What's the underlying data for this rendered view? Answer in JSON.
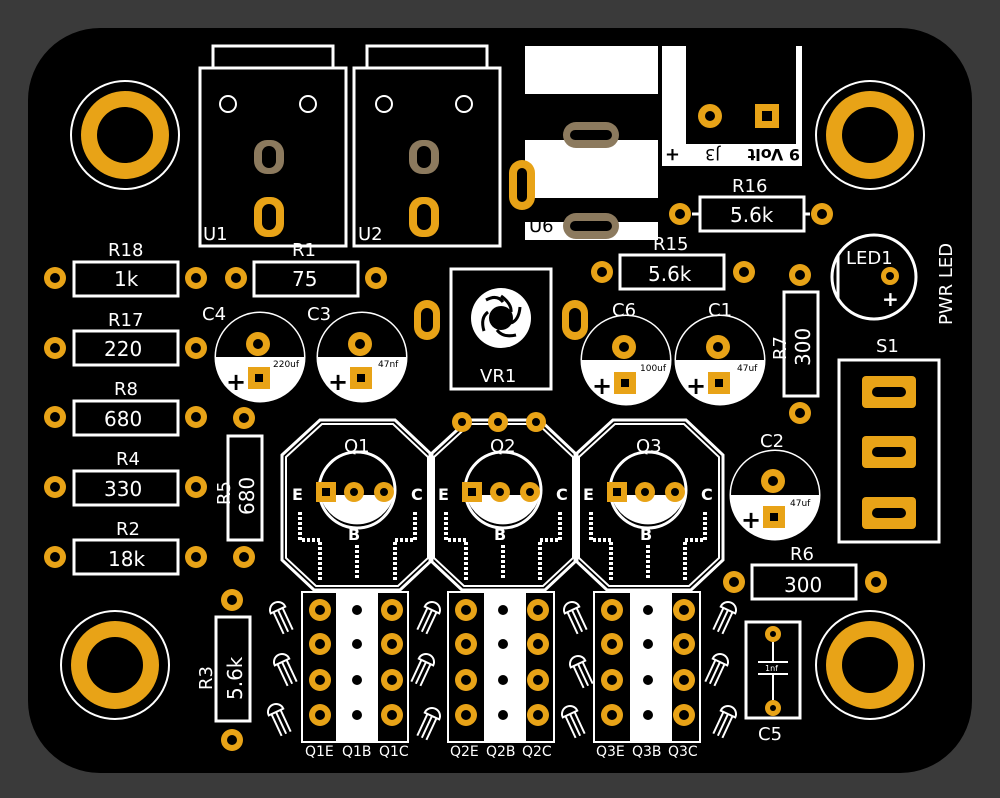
{
  "colors": {
    "background": "#3a3a3a",
    "board": "#000000",
    "silk": "#ffffff",
    "copper": "#e8a317",
    "pad_dark": "#8c7a5e"
  },
  "refs": {
    "R18": "R18",
    "R17": "R17",
    "R8": "R8",
    "R4": "R4",
    "R2": "R2",
    "R1": "R1",
    "R16": "R16",
    "R15": "R15",
    "R7": "R7",
    "R5": "R5",
    "R3": "R3",
    "R6": "R6",
    "C1": "C1",
    "C2": "C2",
    "C3": "C3",
    "C4": "C4",
    "C5": "C5",
    "C6": "C6",
    "U1": "U1",
    "U2": "U2",
    "U6": "U6",
    "VR1": "VR1",
    "Q1": "Q1",
    "Q2": "Q2",
    "Q3": "Q3",
    "S1": "S1",
    "LED1": "LED1"
  },
  "values": {
    "R18": "1k",
    "R17": "220",
    "R8": "680",
    "R4": "330",
    "R2": "18k",
    "R1": "75",
    "R16": "5.6k",
    "R15": "5.6k",
    "R7": "300",
    "R5": "680",
    "R3": "5.6k",
    "R6": "300",
    "C1": "47uf",
    "C2": "47uf",
    "C3": "47nf",
    "C4": "220uf",
    "C5": "1nf",
    "C6": "100uf"
  },
  "labels": {
    "pwr_led": "PWR LED",
    "power_jack": "9 Volt",
    "jack_ref": "J3",
    "plus": "+",
    "pin_e": "E",
    "pin_b": "B",
    "pin_c": "C",
    "q1e": "Q1E",
    "q1b": "Q1B",
    "q1c": "Q1C",
    "q2e": "Q2E",
    "q2b": "Q2B",
    "q2c": "Q2C",
    "q3e": "Q3E",
    "q3b": "Q3B",
    "q3c": "Q3C"
  }
}
